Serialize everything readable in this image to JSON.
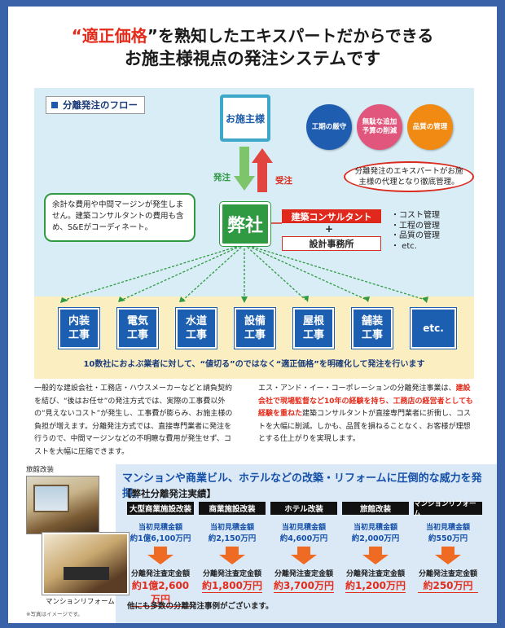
{
  "headline": {
    "line1_open": "“",
    "line1_red": "適正価格",
    "line1_rest": "”を熟知したエキスパートだからできる",
    "line2": "お施主様視点の発注システムです"
  },
  "flow": {
    "title": "分離発注のフロー",
    "client": "お施主様",
    "order_label": "発注",
    "receive_label": "受注",
    "company": "弊社",
    "circles": [
      {
        "label": "工期の厳守",
        "color": "#1f5db0"
      },
      {
        "label": "無駄な追加予算の削減",
        "color": "#e0567c"
      },
      {
        "label": "品質の管理",
        "color": "#f08a12"
      }
    ],
    "left_note": "余計な費用や中間マージンが発生しません。建築コンサルタントの費用も含め、S&Eがコーディネート。",
    "bubble": "分離発注のエキスパートがお施主様の代理となり徹底管理。",
    "consultant": "建築コンサルタント",
    "plus": "+",
    "design_office": "設計事務所",
    "management": [
      "・コスト管理",
      "・工程の管理",
      "・品質の管理",
      "・ etc."
    ],
    "trades": [
      {
        "l1": "内装",
        "l2": "工事"
      },
      {
        "l1": "電気",
        "l2": "工事"
      },
      {
        "l1": "水道",
        "l2": "工事"
      },
      {
        "l1": "設備",
        "l2": "工事"
      },
      {
        "l1": "屋根",
        "l2": "工事"
      },
      {
        "l1": "舗装",
        "l2": "工事"
      },
      {
        "l1": "etc.",
        "l2": ""
      }
    ],
    "caption": "10数社におよぶ業者に対して、“値切る”のではなく“適正価格”を明確化して発注を行います"
  },
  "body": {
    "left": "一般的な建設会社・工務店・ハウスメーカーなどと請負契約を結び、“後はお任せ”の発注方式では、実際の工事費以外の“見えないコスト”が発生し、工事費が膨らみ、お施主様の負担が増えます。分離発注方式では、直接専門業者に発注を行うので、中間マージンなどの不明瞭な費用が発生せず、コストを大幅に圧縮できます。",
    "right_a": "エス・アンド・イー・コーポレーションの分離発注事業は、",
    "right_red": "建設会社で現場監督など10年の経験を持ち、工務店の経営者としても経験を重ねた",
    "right_b": "建築コンサルタントが直接専門業者に折衝し、コストを大幅に削減。しかも、品質を損ねることなく、お客様が理想とする仕上がりを実現します。"
  },
  "bottom": {
    "photo1_label": "旅館改装",
    "photo2_label": "マンションリフォーム",
    "headline": "マンションや商業ビル、ホテルなどの改築・リフォームに圧倒的な威力を発揮。",
    "results_title": "【弊社分離発注実績】",
    "estimate_label": "当初見積金額",
    "order_label": "分離発注査定金額",
    "cases": [
      {
        "category": "大型商業施設改装",
        "estimate": "約1億6,100万円",
        "ordered": "約1億2,600万円"
      },
      {
        "category": "商業施設改装",
        "estimate": "約2,150万円",
        "ordered": "約1,800万円"
      },
      {
        "category": "ホテル改装",
        "estimate": "約4,600万円",
        "ordered": "約3,700万円"
      },
      {
        "category": "旅館改装",
        "estimate": "約2,000万円",
        "ordered": "約1,200万円"
      },
      {
        "category": "マンションリフォーム",
        "estimate": "約550万円",
        "ordered": "約250万円"
      }
    ],
    "footnote": "他にも多数の分離発注事例がございます。",
    "image_note": "※写真はイメージです。"
  }
}
